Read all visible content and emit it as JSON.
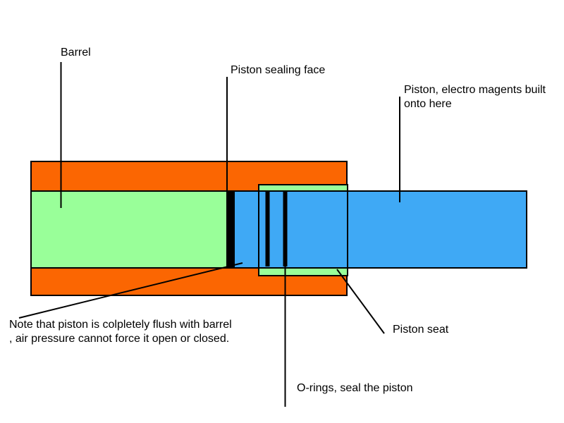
{
  "diagram": {
    "type": "technical-illustration",
    "subject": "Electromagnetic piston and barrel assembly cross-section",
    "colors": {
      "barrel_orange": "#fb6602",
      "bore_green": "#99ff99",
      "piston_blue": "#3fa9f5",
      "line_black": "#000000",
      "background": "#ffffff"
    },
    "labels": {
      "barrel": "Barrel",
      "sealing_face": "Piston sealing face",
      "piston_line1": "Piston, electro magents built",
      "piston_line2": "onto here",
      "note_line1": "Note that piston is colpletely flush with barrel",
      "note_line2": ", air pressure cannot force it open or closed.",
      "piston_seat": "Piston seat",
      "o_rings": "O-rings, seal the piston"
    }
  }
}
